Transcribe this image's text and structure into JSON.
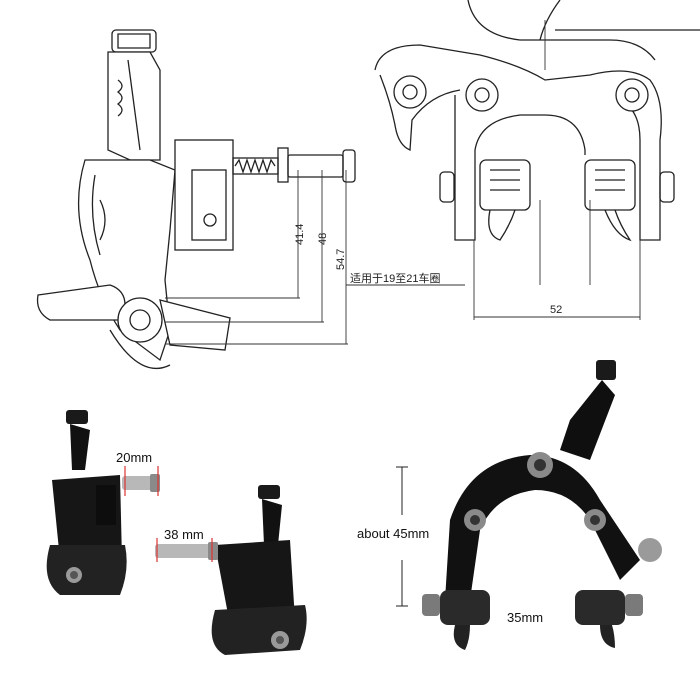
{
  "side_view": {
    "dim_1": "41.4",
    "dim_2": "48",
    "dim_3": "54.7",
    "note": "适用于19至21车圈"
  },
  "front_view": {
    "width_dim": "52"
  },
  "photos": {
    "bolt_short_label": "20mm",
    "bolt_long_label": "38 mm",
    "height_label": "about 45mm",
    "pad_spacing_label": "35mm"
  }
}
